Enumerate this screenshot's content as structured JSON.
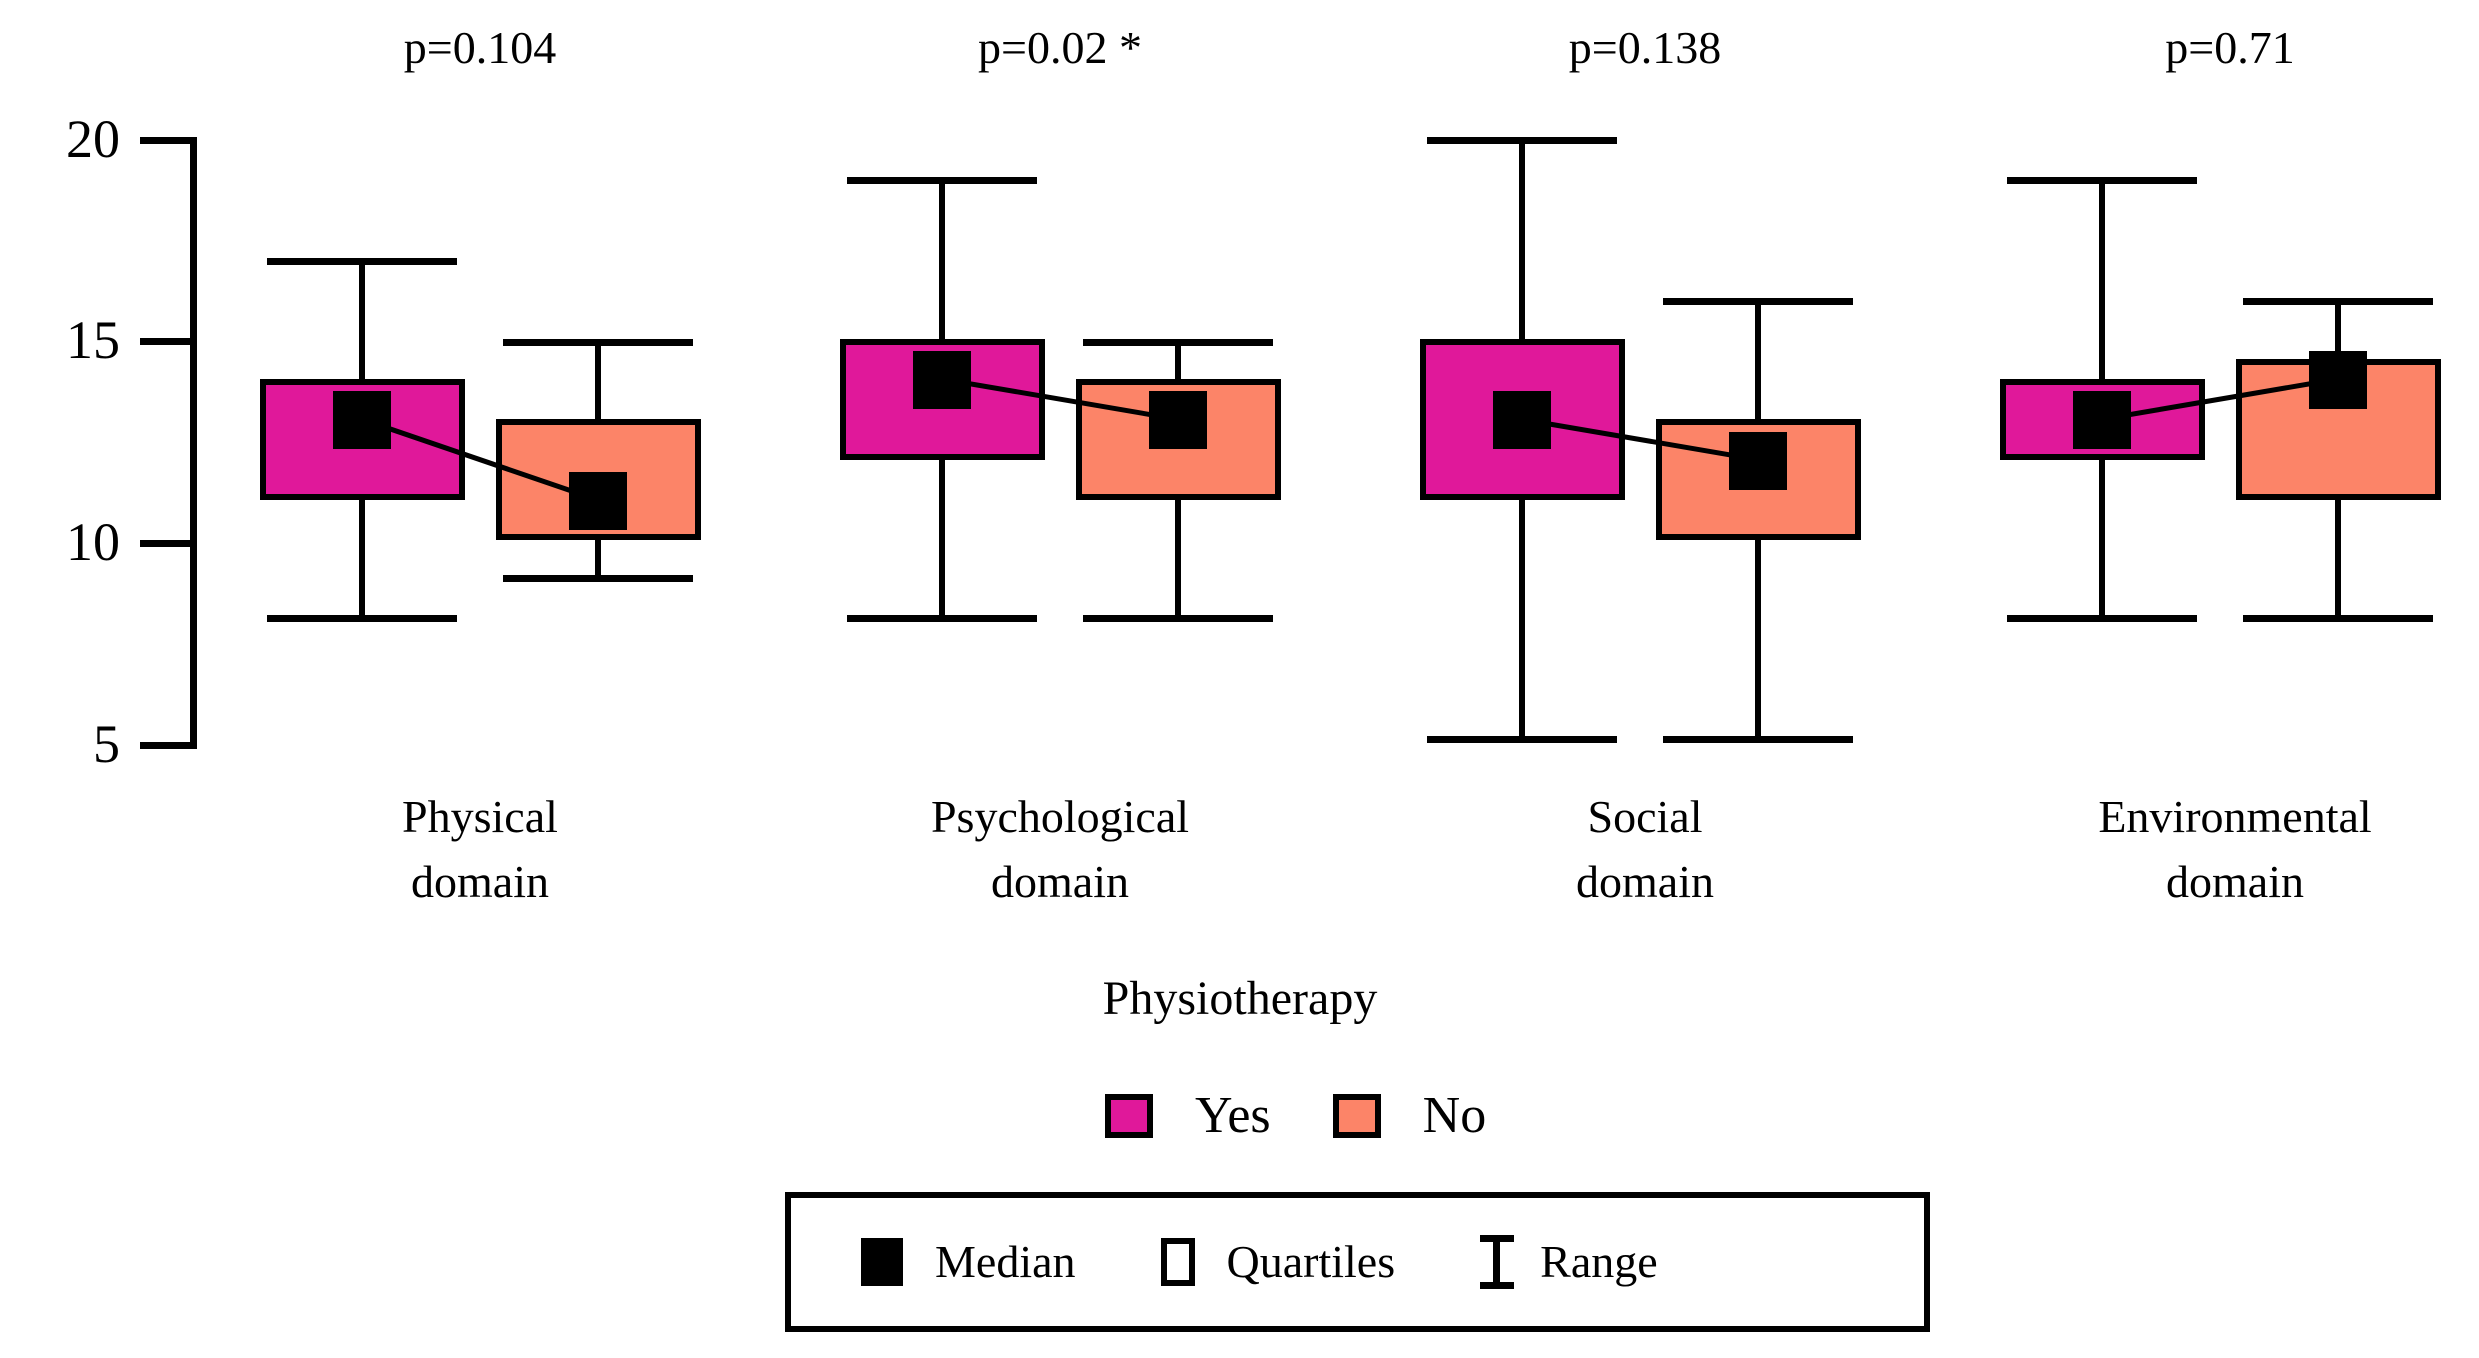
{
  "chart_data": {
    "type": "box",
    "title": "",
    "xlabel": "Physiotherapy",
    "ylabel": "",
    "ylim": [
      5,
      20
    ],
    "yticks": [
      20,
      15,
      10,
      5
    ],
    "ytick_labels": [
      "20",
      "15",
      "10",
      "5"
    ],
    "grid": false,
    "legend_position": "bottom",
    "categories": [
      "Physical domain",
      "Psychological domain",
      "Social domain",
      "Environmental domain"
    ],
    "category_lines": [
      [
        "Physical",
        "domain"
      ],
      [
        "Psychological",
        "domain"
      ],
      [
        "Social",
        "domain"
      ],
      [
        "Environmental",
        "domain"
      ]
    ],
    "annotations": [
      {
        "text": "p=0.104",
        "category": "Physical domain"
      },
      {
        "text": "p=0.02 *",
        "category": "Psychological domain"
      },
      {
        "text": "p=0.138",
        "category": "Social domain"
      },
      {
        "text": "p=0.71",
        "category": "Environmental domain"
      }
    ],
    "series": [
      {
        "name": "Yes",
        "color": "#E0189A",
        "boxes": [
          {
            "category": "Physical domain",
            "min": 8,
            "q1": 11,
            "median": 13,
            "q3": 14,
            "max": 17
          },
          {
            "category": "Psychological domain",
            "min": 8,
            "q1": 12,
            "median": 14,
            "q3": 15,
            "max": 19
          },
          {
            "category": "Social domain",
            "min": 5,
            "q1": 11,
            "median": 13,
            "q3": 15,
            "max": 20
          },
          {
            "category": "Environmental domain",
            "min": 8,
            "q1": 12,
            "median": 13,
            "q3": 14,
            "max": 19
          }
        ]
      },
      {
        "name": "No",
        "color": "#FC8468",
        "boxes": [
          {
            "category": "Physical domain",
            "min": 9,
            "q1": 10,
            "median": 11,
            "q3": 13,
            "max": 15
          },
          {
            "category": "Psychological domain",
            "min": 8,
            "q1": 11,
            "median": 13,
            "q3": 14,
            "max": 15
          },
          {
            "category": "Social domain",
            "min": 5,
            "q1": 10,
            "median": 12,
            "q3": 13,
            "max": 16
          },
          {
            "category": "Environmental domain",
            "min": 8,
            "q1": 11,
            "median": 14,
            "q3": 14.5,
            "max": 16
          }
        ]
      }
    ]
  },
  "axis": {
    "y_tick_20": "20",
    "y_tick_15": "15",
    "y_tick_10": "10",
    "y_tick_5": "5",
    "x_title": "Physiotherapy"
  },
  "pvalues": {
    "physical": "p=0.104",
    "psychological": "p=0.02 *",
    "social": "p=0.138",
    "environmental": "p=0.71"
  },
  "categories": {
    "c1_line1": "Physical",
    "c1_line2": "domain",
    "c2_line1": "Psychological",
    "c2_line2": "domain",
    "c3_line1": "Social",
    "c3_line2": "domain",
    "c4_line1": "Environmental",
    "c4_line2": "domain"
  },
  "group_legend": {
    "yes_label": "Yes",
    "no_label": "No",
    "yes_color": "#E0189A",
    "no_color": "#FC8468"
  },
  "symbol_legend": {
    "median_label": "Median",
    "quartiles_label": "Quartiles",
    "range_label": "Range"
  }
}
